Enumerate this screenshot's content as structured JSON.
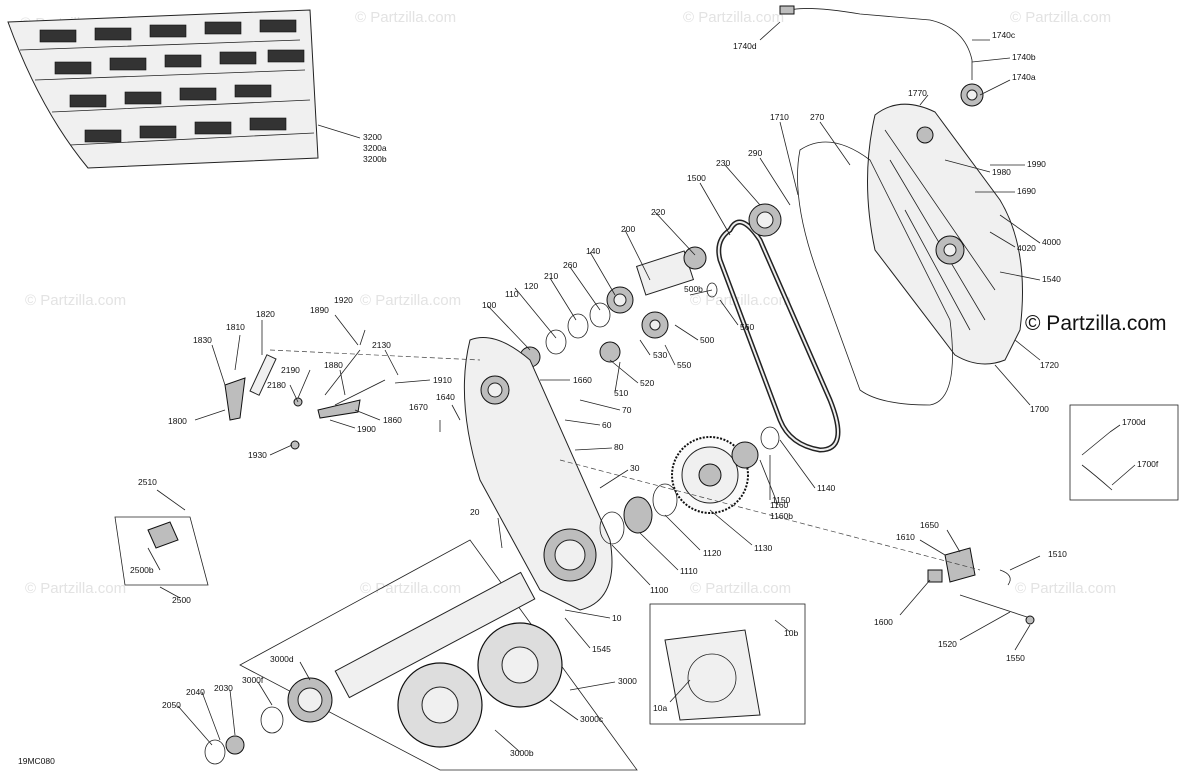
{
  "diagram_id": "19MC080",
  "brand": "© Partzilla.com",
  "watermark": "© Partzilla.com",
  "labels": {
    "l3200": "3200",
    "l3200a": "3200a",
    "l3200b": "3200b",
    "l1740c": "1740c",
    "l1740d": "1740d",
    "l1740b": "1740b",
    "l1740a": "1740a",
    "l1770": "1770",
    "l1710": "1710",
    "l270": "270",
    "l290": "290",
    "l230": "230",
    "l1980": "1980",
    "l1990": "1990",
    "l1690": "1690",
    "l4000": "4000",
    "l4020": "4020",
    "l1540": "1540",
    "l1500": "1500",
    "l220": "220",
    "l200": "200",
    "l140": "140",
    "l260": "260",
    "l210": "210",
    "l120": "120",
    "l110": "110",
    "l100": "100",
    "l500b": "500b",
    "l500": "500",
    "l560": "560",
    "l530": "530",
    "l550": "550",
    "l510": "510",
    "l520": "520",
    "l1660": "1660",
    "l70": "70",
    "l60": "60",
    "l80": "80",
    "l30": "30",
    "l20": "20",
    "l10": "10",
    "l1545": "1545",
    "l1640": "1640",
    "l1670": "1670",
    "l1720": "1720",
    "l1700": "1700",
    "l1700d": "1700d",
    "l1700f": "1700f",
    "l1140": "1140",
    "l1150": "1150",
    "l1160": "1160",
    "l1160b": "1160b",
    "l1130": "1130",
    "l1120": "1120",
    "l1110": "1110",
    "l1100": "1100",
    "l1920": "1920",
    "l1820": "1820",
    "l1810": "1810",
    "l1830": "1830",
    "l1890": "1890",
    "l2130": "2130",
    "l1880": "1880",
    "l2190": "2190",
    "l2180": "2180",
    "l1910": "1910",
    "l1860": "1860",
    "l1900": "1900",
    "l1800": "1800",
    "l1930": "1930",
    "l2510": "2510",
    "l2500b": "2500b",
    "l2500": "2500",
    "l3000d": "3000d",
    "l3000f": "3000f",
    "l2030": "2030",
    "l2040": "2040",
    "l2050": "2050",
    "l3000": "3000",
    "l3000c": "3000c",
    "l3000b": "3000b",
    "l1650": "1650",
    "l1610": "1610",
    "l1510": "1510",
    "l1600": "1600",
    "l1520": "1520",
    "l1550": "1550",
    "l10b": "10b",
    "l10a": "10a"
  }
}
